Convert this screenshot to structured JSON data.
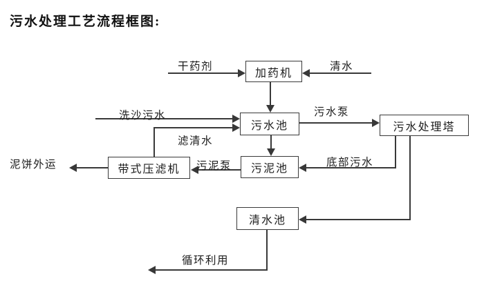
{
  "title": "污水处理工艺流程框图:",
  "nodes": {
    "dosing_machine": "加药机",
    "sewage_pool": "污水池",
    "treatment_tower": "污水处理塔",
    "sludge_pool": "污泥池",
    "belt_filter_press": "带式压滤机",
    "clean_water_pool": "清水池"
  },
  "flow_labels": {
    "dry_agent": "干药剂",
    "clean_water": "清水",
    "sand_washing_sewage": "洗沙污水",
    "filtered_water": "滤清水",
    "sewage_pump": "污水泵",
    "bottom_sewage": "底部污水",
    "sludge_pump": "污泥泵",
    "mud_cake_outbound": "泥饼外运",
    "recycling": "循环利用"
  },
  "edges": [
    {
      "from": "dry_agent_input",
      "to": "dosing_machine",
      "label": "干药剂"
    },
    {
      "from": "clean_water_input",
      "to": "dosing_machine",
      "label": "清水"
    },
    {
      "from": "dosing_machine",
      "to": "sewage_pool",
      "label": ""
    },
    {
      "from": "sand_washing_sewage_input",
      "to": "sewage_pool",
      "label": "洗沙污水"
    },
    {
      "from": "belt_filter_press",
      "to": "sewage_pool",
      "label": "滤清水"
    },
    {
      "from": "sewage_pool",
      "to": "treatment_tower",
      "label": "污水泵"
    },
    {
      "from": "sewage_pool",
      "to": "sludge_pool",
      "label": ""
    },
    {
      "from": "treatment_tower",
      "to": "sludge_pool",
      "label": "底部污水"
    },
    {
      "from": "treatment_tower",
      "to": "clean_water_pool",
      "label": ""
    },
    {
      "from": "sludge_pool",
      "to": "belt_filter_press",
      "label": "污泥泵"
    },
    {
      "from": "belt_filter_press",
      "to": "mud_cake_out",
      "label": "泥饼外运"
    },
    {
      "from": "clean_water_pool",
      "to": "recycling_out",
      "label": "循环利用"
    }
  ],
  "colors": {
    "line": "#383838",
    "text": "#1c1c1c",
    "background": "#ffffff"
  }
}
